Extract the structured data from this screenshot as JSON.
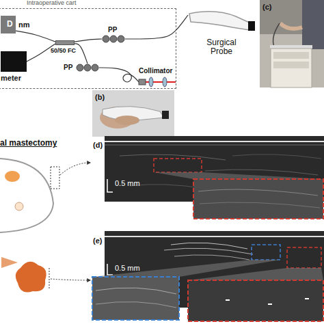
{
  "diagram": {
    "nodes": [
      {
        "text": [
          "Intraoperative cart"
        ]
      },
      {
        "text": [
          "D",
          "nm"
        ],
        "in": 0
      },
      {
        "text": [
          "meter"
        ],
        "in": 0
      },
      {
        "text": [
          "50/50 FC"
        ],
        "in": 0
      },
      {
        "text": [
          "PP"
        ],
        "in": 0
      },
      {
        "text": [
          "PP"
        ],
        "in": 0
      },
      {
        "text": [
          "Collimator"
        ],
        "in": 0
      },
      {
        "text": [
          "Surgical Probe"
        ]
      },
      {
        "text": [
          "(b)"
        ]
      },
      {
        "text": [
          "(c)"
        ]
      },
      {
        "text": [
          "(d)",
          "0.5 mm"
        ]
      },
      {
        "text": [
          "(e)",
          "0.5 mm"
        ]
      }
    ],
    "edges": [
      {
        "from": 1,
        "to": 3,
        "arrow": "none"
      },
      {
        "from": 2,
        "to": 3,
        "arrow": "none"
      },
      {
        "from": 3,
        "to": 4,
        "arrow": "none"
      },
      {
        "from": 3,
        "to": 5,
        "arrow": "none"
      },
      {
        "from": 5,
        "to": 6,
        "arrow": "none"
      },
      {
        "from": 4,
        "to": 7,
        "arrow": "none"
      }
    ],
    "labels": [
      "al mastectomy"
    ]
  }
}
